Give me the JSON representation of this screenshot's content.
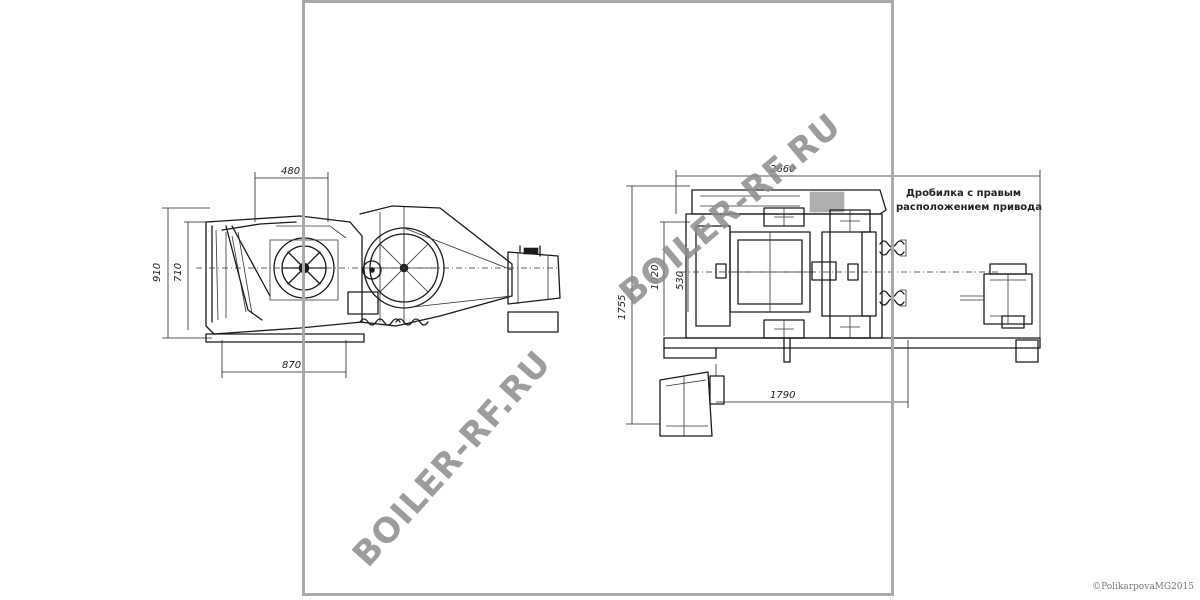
{
  "drawing": {
    "dimensions": {
      "top_width_left": "480",
      "height_left_outer": "910",
      "height_left_inner": "710",
      "bottom_width_left": "870",
      "top_width_right": "2660",
      "total_height_right": "1755",
      "inner_height_right": "1020",
      "opening_right": "530",
      "bottom_width_right": "1790"
    },
    "note_lines": [
      "Дробилка с правым",
      "расположением привода"
    ]
  },
  "watermark": {
    "text": "BOILER-RF.RU",
    "color": "#8c8c8c"
  },
  "copyright": "©PolikarpovaMG2015",
  "colors": {
    "frame": "#a9a9a9",
    "ink": "#1a1a1a"
  }
}
